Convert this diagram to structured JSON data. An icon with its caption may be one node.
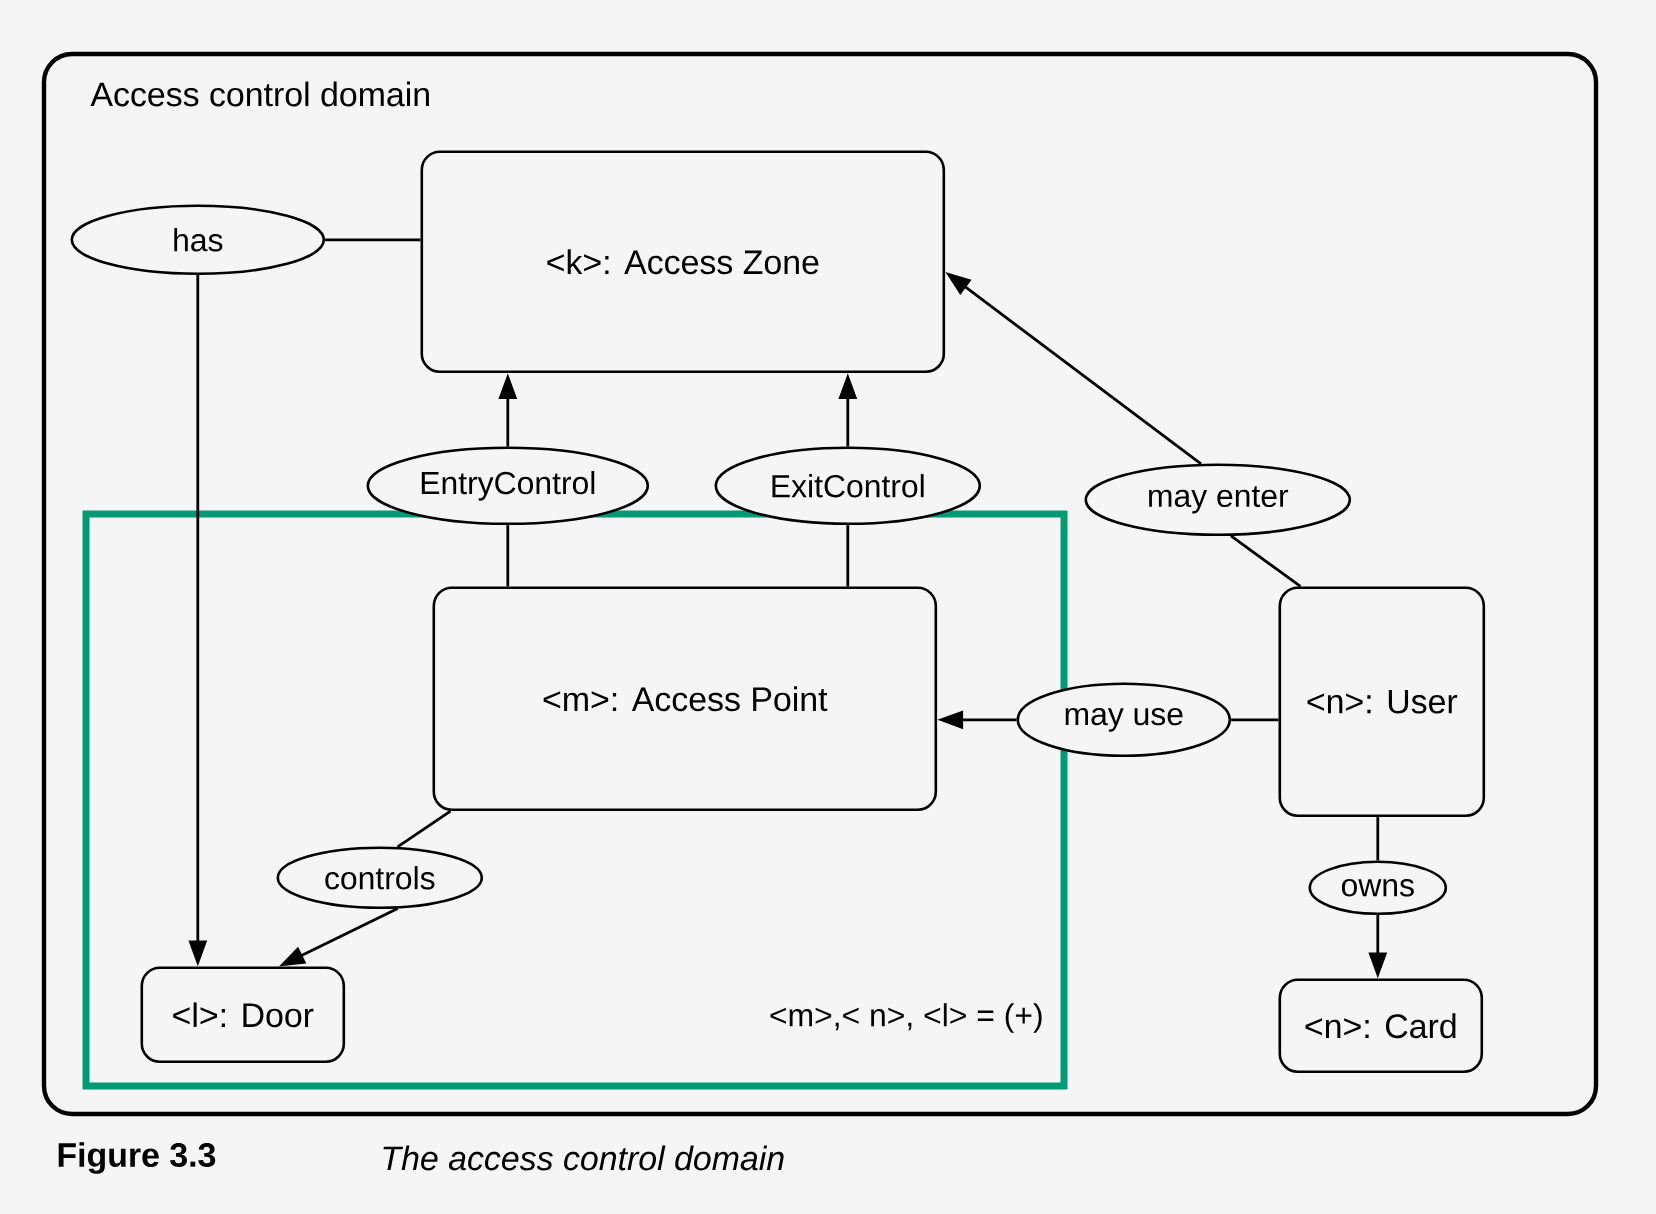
{
  "diagram": {
    "caption": "The access control domain",
    "nodes": [
      {
        "text": [
          "Access control domain"
        ]
      },
      {
        "text": [
          "has"
        ],
        "in": 0
      },
      {
        "text": [
          "<k>: Access Zone"
        ],
        "in": 0
      },
      {
        "text": [
          "EntryControl"
        ],
        "in": 0
      },
      {
        "text": [
          "ExitControl"
        ],
        "in": 0
      },
      {
        "text": [
          "may enter"
        ],
        "in": 0
      },
      {
        "text": [
          "<m>: Access Point"
        ],
        "in": 0
      },
      {
        "text": [
          "may use"
        ],
        "in": 0
      },
      {
        "text": [
          "<n>: User"
        ],
        "in": 0
      },
      {
        "text": [
          "controls"
        ],
        "in": 0
      },
      {
        "text": [
          "owns"
        ],
        "in": 0
      },
      {
        "text": [
          "<l>: Door"
        ],
        "in": 0
      },
      {
        "text": [
          "<n>: Card"
        ],
        "in": 0
      }
    ],
    "edges": [
      {
        "from": 1,
        "to": 2,
        "arrow": "none"
      },
      {
        "from": 1,
        "to": 11,
        "arrow": "to"
      },
      {
        "from": 3,
        "to": 2,
        "arrow": "to"
      },
      {
        "from": 6,
        "to": 3,
        "arrow": "none"
      },
      {
        "from": 4,
        "to": 2,
        "arrow": "to"
      },
      {
        "from": 6,
        "to": 4,
        "arrow": "none"
      },
      {
        "from": 5,
        "to": 2,
        "arrow": "to"
      },
      {
        "from": 8,
        "to": 5,
        "arrow": "none"
      },
      {
        "from": 7,
        "to": 6,
        "arrow": "to"
      },
      {
        "from": 8,
        "to": 7,
        "arrow": "none"
      },
      {
        "from": 6,
        "to": 9,
        "arrow": "none"
      },
      {
        "from": 9,
        "to": 11,
        "arrow": "to"
      },
      {
        "from": 8,
        "to": 10,
        "arrow": "none"
      },
      {
        "from": 10,
        "to": 12,
        "arrow": "to"
      }
    ],
    "labels": [
      "<m>,< n>, <l> = (+)",
      "Figure 3.3"
    ]
  }
}
